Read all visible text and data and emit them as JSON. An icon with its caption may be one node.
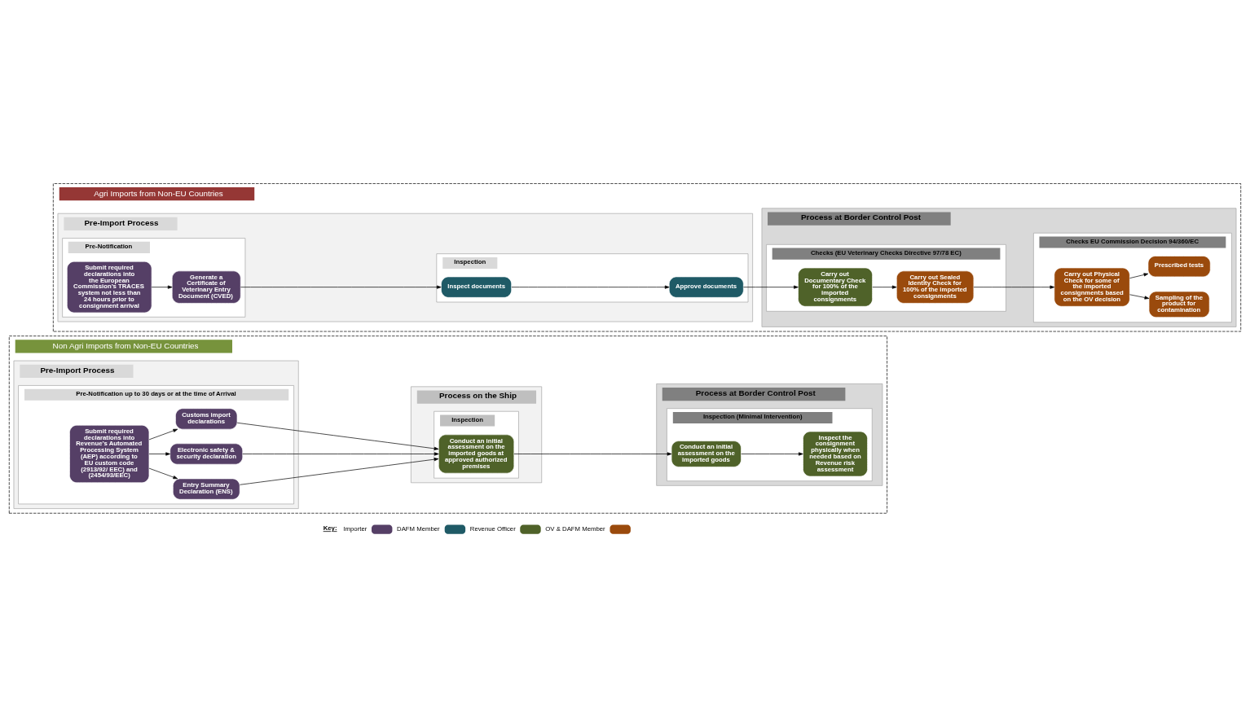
{
  "diagram": {
    "nodes": [
      {
        "text": [
          "Agri Imports from Non-EU Countries"
        ]
      },
      {
        "text": [
          "Pre-Import Process"
        ],
        "in": 0
      },
      {
        "text": [
          "Pre-Notification"
        ],
        "in": 1
      },
      {
        "text": [
          "Submit required declarations into the European Commission’s TRACES system not less than 24 hours prior to consignment arrival"
        ],
        "in": 2
      },
      {
        "text": [
          "Generate a Certificate of Veterinary Entry Document (CVED)"
        ],
        "in": 2
      },
      {
        "text": [
          "Inspection"
        ],
        "in": 1
      },
      {
        "text": [
          "Inspect documents"
        ],
        "in": 5
      },
      {
        "text": [
          "Approve documents"
        ],
        "in": 5
      },
      {
        "text": [
          "Process at Border Control Post"
        ],
        "in": 0
      },
      {
        "text": [
          "Checks (EU Veterinary Checks Directive 97/78 EC)"
        ],
        "in": 8
      },
      {
        "text": [
          "Carry out Documentary Check for 100% of the imported consignments"
        ],
        "in": 9
      },
      {
        "text": [
          "Carry out Sealed Identity Check for 100% of the imported consignments"
        ],
        "in": 9
      },
      {
        "text": [
          "Checks EU Commission Decision 94/360/EC"
        ],
        "in": 8
      },
      {
        "text": [
          "Carry out Physical Check for some of the imported consignments based on the OV decision"
        ],
        "in": 12
      },
      {
        "text": [
          "Sampling of the product for contamination"
        ],
        "in": 12
      },
      {
        "text": [
          "Prescribed tests"
        ],
        "in": 12
      },
      {
        "text": [
          "Non Agri Imports from Non-EU Countries"
        ]
      },
      {
        "text": [
          "Pre-Import Process"
        ],
        "in": 16
      },
      {
        "text": [
          "Pre-Notification up to 30 days or at the time of Arrival"
        ],
        "in": 17
      },
      {
        "text": [
          "Submit required declarations into Revenue’s Automated Processing System (AEP) according to EU custom code (2913/92/ EEC) and (2454/93/EEC)"
        ],
        "in": 18
      },
      {
        "text": [
          "Customs import declarations"
        ],
        "in": 18
      },
      {
        "text": [
          "Electronic safety & security declaration"
        ],
        "in": 18
      },
      {
        "text": [
          "Entry Summary Declaration (ENS)"
        ],
        "in": 18
      },
      {
        "text": [
          "Process on the Ship"
        ],
        "in": 16
      },
      {
        "text": [
          "Inspection"
        ],
        "in": 23
      },
      {
        "text": [
          "Conduct an initial assessment on the imported goods at approved authorized premises"
        ],
        "in": 24
      },
      {
        "text": [
          "Process at Border Control Post"
        ],
        "in": 16
      },
      {
        "text": [
          "Inspection (Minimal Intervention)"
        ],
        "in": 26
      },
      {
        "text": [
          "Conduct an initial assessment on the imported goods"
        ],
        "in": 27
      },
      {
        "text": [
          "Inspect the consignment physically when needed based on Revenue risk assessment"
        ],
        "in": 27
      }
    ],
    "edges": [
      {
        "from": 3,
        "to": 4,
        "arrow": "to"
      },
      {
        "from": 4,
        "to": 6,
        "arrow": "to"
      },
      {
        "from": 6,
        "to": 7,
        "arrow": "to"
      },
      {
        "from": 7,
        "to": 10,
        "arrow": "to"
      },
      {
        "from": 10,
        "to": 11,
        "arrow": "to"
      },
      {
        "from": 11,
        "to": 13,
        "arrow": "to"
      },
      {
        "from": 13,
        "to": 14,
        "arrow": "to"
      },
      {
        "from": 13,
        "to": 15,
        "arrow": "to"
      },
      {
        "from": 19,
        "to": 20,
        "arrow": "to"
      },
      {
        "from": 19,
        "to": 21,
        "arrow": "to"
      },
      {
        "from": 19,
        "to": 22,
        "arrow": "to"
      },
      {
        "from": 20,
        "to": 25,
        "arrow": "to"
      },
      {
        "from": 21,
        "to": 25,
        "arrow": "to"
      },
      {
        "from": 22,
        "to": 25,
        "arrow": "to"
      },
      {
        "from": 25,
        "to": 28,
        "arrow": "to"
      },
      {
        "from": 28,
        "to": 29,
        "arrow": "to"
      }
    ],
    "labels": [
      "Key:"
    ],
    "legend": [
      {
        "text": "Importer",
        "color": "#553f66"
      },
      {
        "text": "DAFM Member",
        "color": "#1f5a66"
      },
      {
        "text": "Revenue Officer",
        "color": "#4f6229"
      },
      {
        "text": "OV & DAFM Member",
        "color": "#9a4a0c"
      }
    ]
  }
}
